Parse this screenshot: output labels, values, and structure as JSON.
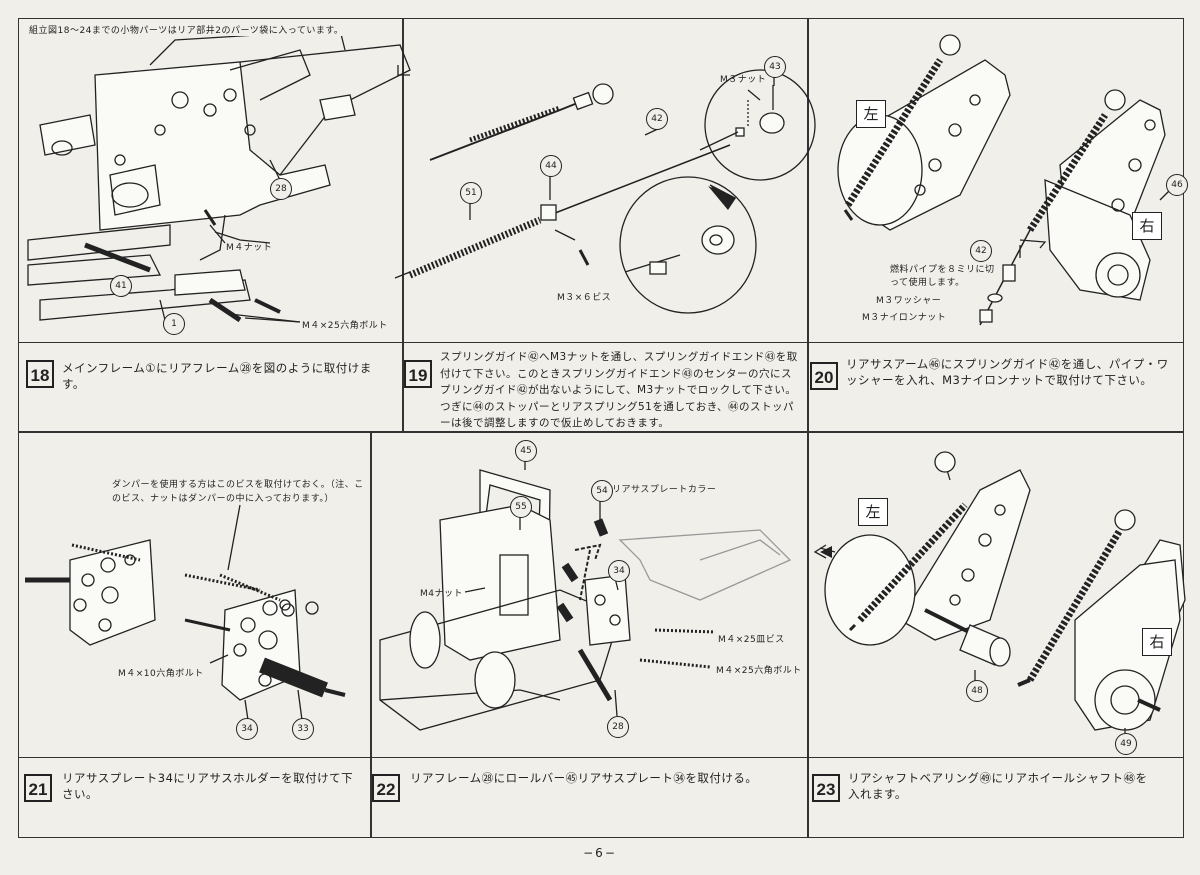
{
  "header_note": "組立図18〜24までの小物パーツはリア部井2のパーツ袋に入っています。",
  "steps": [
    {
      "num": "18",
      "text": "メインフレーム①にリアフレーム㉘を図のように取付けます。"
    },
    {
      "num": "19",
      "text": "スプリングガイド㊷へM3ナットを通し、スプリングガイドエンド㊸を取付けて下さい。このときスプリングガイドエンド㊸のセンターの穴にスプリングガイド㊷が出ないようにして、M3ナットでロックして下さい。つぎに㊹のストッパーとリアスプリング51を通しておき、㊹のストッパーは後で調整しますので仮止めしておきます。"
    },
    {
      "num": "20",
      "text": "リアサスアーム㊻にスプリングガイド㊷を通し、パイプ・ワッシャーを入れ、M3ナイロンナットで取付けて下さい。"
    },
    {
      "num": "21",
      "text": "リアサスプレート34にリアサスホルダーを取付けて下さい。"
    },
    {
      "num": "22",
      "text": "リアフレーム㉘にロールバー㊺リアサスプレート㉞を取付ける。"
    },
    {
      "num": "23",
      "text": "リアシャフトベアリング㊾にリアホイールシャフト㊽を入れます。"
    }
  ],
  "panel18": {
    "labels": {
      "m4nut": "M４ナット",
      "bolt": "M４×25六角ボルト"
    },
    "callouts": {
      "c28": "28",
      "c41": "41",
      "c1": "1"
    }
  },
  "panel19": {
    "labels": {
      "m3nut": "M３ナット",
      "screw": "M３×６ビス"
    },
    "callouts": {
      "c43": "43",
      "c42": "42",
      "c44": "44",
      "c51": "51"
    }
  },
  "panel20": {
    "kanji_left": "左",
    "kanji_right": "右",
    "note": "燃料パイプを８ミリに切って使用します。",
    "labels": {
      "washer": "M３ワッシャー",
      "nylon": "M３ナイロンナット"
    },
    "callouts": {
      "c46": "46",
      "c42": "42"
    }
  },
  "panel21": {
    "note": "ダンパーを使用する方はこのビスを取付けておく。（注、このビス、ナットはダンパーの中に入っております。）",
    "labels": {
      "bolt": "M４×10六角ボルト"
    },
    "callouts": {
      "c34": "34",
      "c33": "33"
    }
  },
  "panel22": {
    "labels": {
      "collar": "リアサスプレートカラー",
      "m4nut": "M4ナット",
      "flat": "M４×25皿ビス",
      "hex": "M４×25六角ボルト"
    },
    "callouts": {
      "c45": "45",
      "c55": "55",
      "c54": "54",
      "c34": "34",
      "c28": "28"
    }
  },
  "panel23": {
    "kanji_left": "左",
    "kanji_right": "右",
    "callouts": {
      "c48": "48",
      "c49": "49"
    }
  },
  "page_number": "−6−"
}
